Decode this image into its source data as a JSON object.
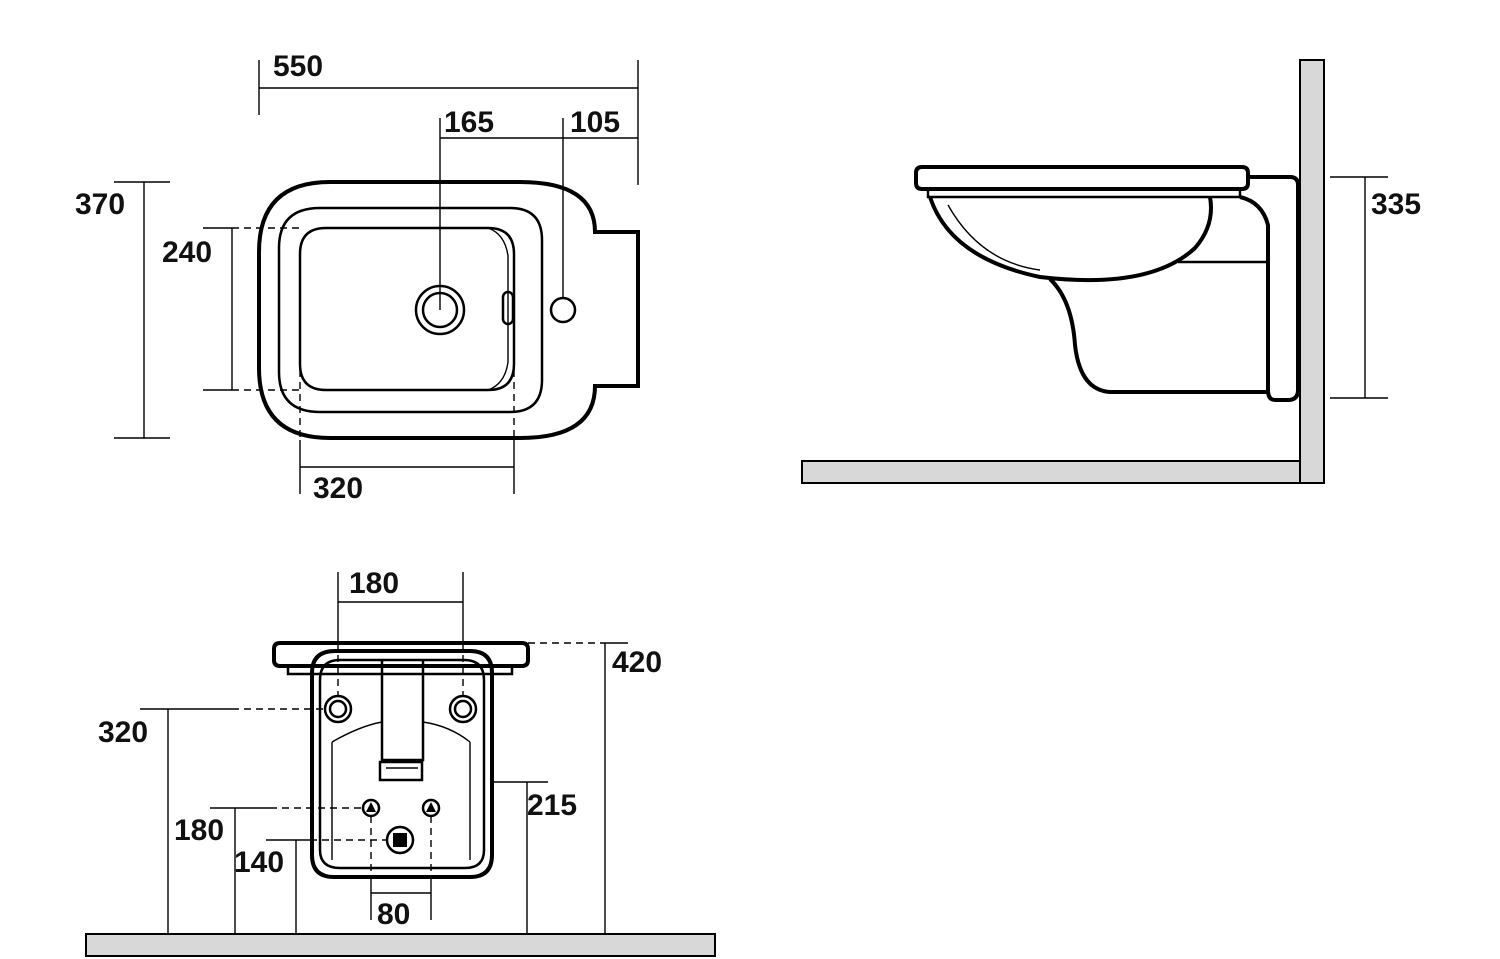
{
  "colors": {
    "line": "#000000",
    "floor_fill": "#d8d8d8",
    "background": "#ffffff",
    "label": "#111111"
  },
  "top_view": {
    "overall_width": "550",
    "outlet_to_back": "165",
    "tap_hole_to_back": "105",
    "overall_depth": "370",
    "bowl_depth": "240",
    "bowl_width": "320"
  },
  "side_view": {
    "height": "335"
  },
  "front_view": {
    "fixing_spacing": "180",
    "rim_height": "420",
    "fixing_height": "320",
    "drain_height": "215",
    "water_inlet_height": "180",
    "waste_height": "140",
    "inlet_spacing": "80"
  }
}
